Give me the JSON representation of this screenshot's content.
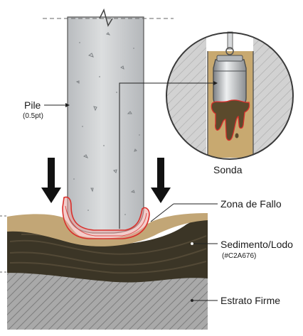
{
  "labels": {
    "pile": "Pile",
    "pile_note": "(0.5pt)",
    "probe": "Sonda",
    "failure_zone": "Zona de Fallo",
    "sediment": "Sedimento/Lodo",
    "sediment_color_note": "(#C2A676)",
    "firm_stratum": "Estrato Firme"
  },
  "colors": {
    "sediment": "#C2A676",
    "mud_dark": "#3b3526",
    "firm_stratum": "#9a9a9a",
    "pile_concrete": "#cfd1d3",
    "failure_outline": "#d9302c",
    "failure_fill": "#e9a4a0",
    "arrow": "#111111"
  },
  "icons": {
    "load_arrows": "down-arrow-icon",
    "probe": "probe-icon"
  }
}
